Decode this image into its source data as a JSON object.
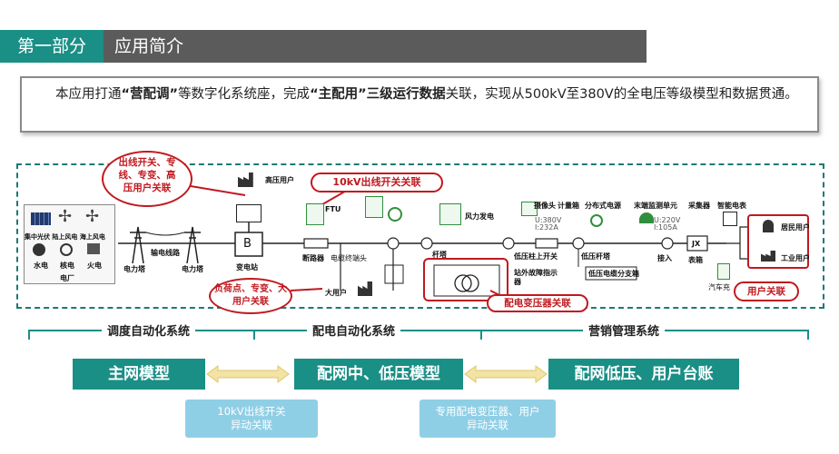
{
  "header": {
    "part": "第一部分",
    "title": "应用简介"
  },
  "intro": {
    "p1": "本应用打通",
    "b1": "“营配调”",
    "p2": "等数字化系统座，完成",
    "b2": "“主配用”三级运行数据",
    "p3": "关联，实现从500kV至380V的全电压等级模型和数据贯通。"
  },
  "callouts": {
    "top_left": "出线开关、专线、专变、高压用户关联",
    "top_mid": "10kV出线开关关联",
    "bottom_left": "负荷点、专变、大用户关联",
    "transformer": "配电变压器关联",
    "user": "用户关联"
  },
  "labels": {
    "power_plant": "电厂",
    "gen_line1": "集中光伏 陆上风电 海上风电",
    "hydro": "水电",
    "nuclear": "核电",
    "thermal": "火电",
    "tower1": "电力塔",
    "transmission": "输电线路",
    "tower2": "电力塔",
    "substation_letter": "B",
    "substation": "变电站",
    "hv_user": "高压用户",
    "ftu": "FTU",
    "breaker": "断路器",
    "cable_head": "电缆终端头",
    "big_user": "大用户",
    "tower_pole": "杆塔",
    "wind": "风力发电",
    "camera": "摄像头",
    "meter_box": "计量箱",
    "distributed": "分布式电源",
    "terminal_monitor": "末端监测单元",
    "collector": "采集器",
    "smart_meter": "智能电表",
    "pole_switch": "低压柱上开关",
    "fault_indicator": "站外故障指示器",
    "lv_pole": "低压杆塔",
    "lv_branch": "低压电缆分支箱",
    "access": "接入",
    "meter_box2": "表箱",
    "jx": "JX",
    "ev": "汽车充",
    "resident": "居民用户",
    "industrial": "工业用户",
    "u1": "U:380V",
    "i1": "I:232A",
    "u2": "U:220V",
    "i2": "I:105A"
  },
  "systems": {
    "s1": "调度自动化系统",
    "s2": "配电自动化系统",
    "s3": "营销管理系统"
  },
  "models": {
    "m1": "主网模型",
    "m2": "配网中、低压模型",
    "m3": "配网低压、用户台账"
  },
  "subs": {
    "sub1_l1": "10kV出线开关",
    "sub1_l2": "异动关联",
    "sub2_l1": "专用配电变压器、用户",
    "sub2_l2": "异动关联"
  },
  "colors": {
    "teal": "#1a8f86",
    "red": "#c0191f",
    "header_gray": "#5b5b5b",
    "light_blue": "#8fcfe6"
  }
}
